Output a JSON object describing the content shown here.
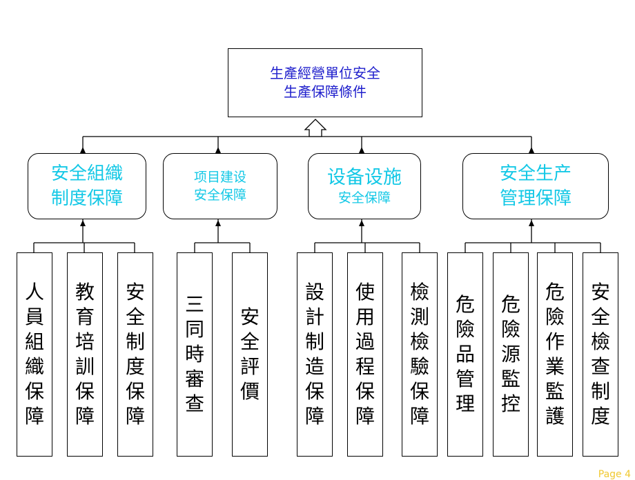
{
  "top": {
    "line1": "生產經營單位安全",
    "line2": "生產保障條件"
  },
  "categories": [
    {
      "line1": "安全組織",
      "line2": "制度保障"
    },
    {
      "line1": "项目建设",
      "line2": "安全保障"
    },
    {
      "line1": "设备设施",
      "line2": "安全保障"
    },
    {
      "line1": "安全生产",
      "line2": "管理保障"
    }
  ],
  "leaves": [
    "人\n員\n組\n織\n保\n障",
    "教\n育\n培\n訓\n保\n障",
    "安\n全\n制\n度\n保\n障",
    "三\n同\n時\n審\n查",
    "安\n全\n評\n價",
    "設\n計\n制\n造\n保\n障",
    "使\n用\n過\n程\n保\n障",
    "檢\n測\n檢\n驗\n保\n障",
    "危\n險\n品\n管\n理",
    "危\n險\n源\n監\n控",
    "危\n險\n作\n業\n監\n護",
    "安\n全\n檢\n查\n制\n度"
  ],
  "footer": {
    "page": "Page 4"
  }
}
